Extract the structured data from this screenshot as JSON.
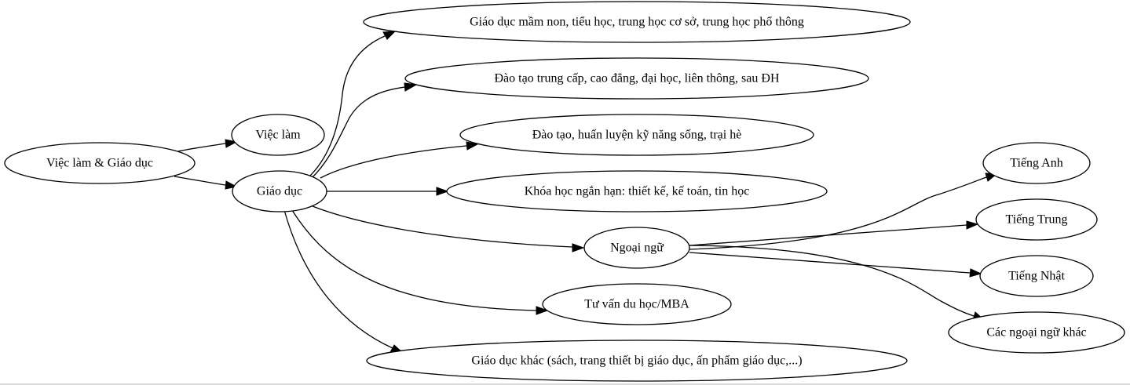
{
  "diagram": {
    "nodes": [
      {
        "id": "root",
        "label": "Việc làm & Giáo dục"
      },
      {
        "id": "viec-lam",
        "label": "Việc làm"
      },
      {
        "id": "giao-duc",
        "label": "Giáo dục"
      },
      {
        "id": "mam-non",
        "label": "Giáo dục mầm non, tiểu học, trung học cơ sở, trung học phổ thông"
      },
      {
        "id": "dao-tao",
        "label": "Đào tạo trung cấp, cao đẳng, đại học, liên thông, sau ĐH"
      },
      {
        "id": "ky-nang",
        "label": "Đào tạo, huấn luyện kỹ năng sống, trại hè"
      },
      {
        "id": "khoa-hoc",
        "label": "Khóa học ngắn hạn: thiết kế, kế toán, tin học"
      },
      {
        "id": "ngoai-ngu",
        "label": "Ngoại ngữ"
      },
      {
        "id": "tu-van",
        "label": "Tư vấn du học/MBA"
      },
      {
        "id": "giao-duc-khac",
        "label": "Giáo dục khác (sách, trang thiết bị giáo dục, ấn phẩm giáo dục,...)"
      },
      {
        "id": "tieng-anh",
        "label": "Tiếng Anh"
      },
      {
        "id": "tieng-trung",
        "label": "Tiếng Trung"
      },
      {
        "id": "tieng-nhat",
        "label": "Tiếng Nhật"
      },
      {
        "id": "ngoai-ngu-khac",
        "label": "Các ngoại ngữ khác"
      }
    ],
    "edges": [
      {
        "from": "root",
        "to": "viec-lam"
      },
      {
        "from": "root",
        "to": "giao-duc"
      },
      {
        "from": "giao-duc",
        "to": "mam-non"
      },
      {
        "from": "giao-duc",
        "to": "dao-tao"
      },
      {
        "from": "giao-duc",
        "to": "ky-nang"
      },
      {
        "from": "giao-duc",
        "to": "khoa-hoc"
      },
      {
        "from": "giao-duc",
        "to": "ngoai-ngu"
      },
      {
        "from": "giao-duc",
        "to": "tu-van"
      },
      {
        "from": "giao-duc",
        "to": "giao-duc-khac"
      },
      {
        "from": "ngoai-ngu",
        "to": "tieng-anh"
      },
      {
        "from": "ngoai-ngu",
        "to": "tieng-trung"
      },
      {
        "from": "ngoai-ngu",
        "to": "tieng-nhat"
      },
      {
        "from": "ngoai-ngu",
        "to": "ngoai-ngu-khac"
      }
    ]
  }
}
